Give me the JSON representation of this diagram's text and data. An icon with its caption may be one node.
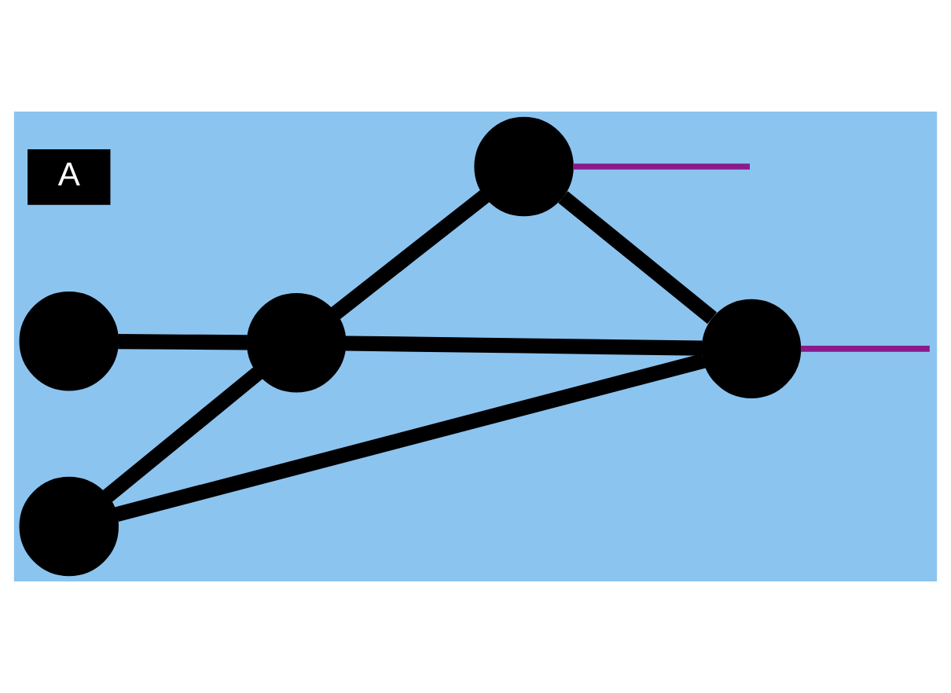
{
  "diagram": {
    "nodes": [
      {
        "text": [],
        "shape": "circle"
      },
      {
        "text": [],
        "shape": "circle"
      },
      {
        "text": [],
        "shape": "circle"
      },
      {
        "text": [],
        "shape": "circle"
      },
      {
        "text": [],
        "shape": "circle"
      }
    ],
    "edges": [
      {
        "from": 0,
        "to": 2,
        "arrow": "none"
      },
      {
        "from": 2,
        "to": 1,
        "arrow": "none"
      },
      {
        "from": 3,
        "to": 2,
        "arrow": "none"
      },
      {
        "from": 2,
        "to": 4,
        "arrow": "none"
      },
      {
        "from": 1,
        "to": 4,
        "arrow": "none"
      },
      {
        "from": 3,
        "to": 4,
        "arrow": "none"
      },
      {
        "from": 1,
        "to": null,
        "arrow": "none",
        "color": "#8b1a8b"
      },
      {
        "from": 4,
        "to": null,
        "arrow": "none",
        "color": "#8b1a8b"
      }
    ],
    "labels": [
      "A"
    ]
  }
}
